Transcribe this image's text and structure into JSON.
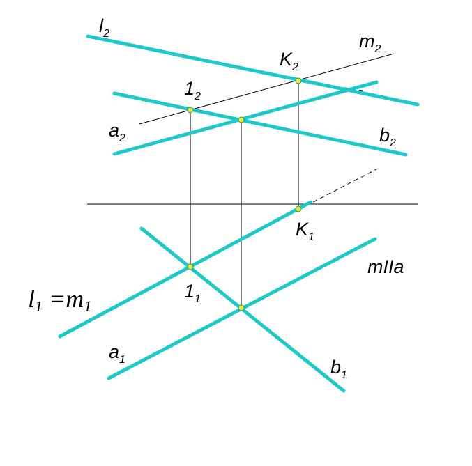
{
  "labels": {
    "l2": {
      "main": "l",
      "sub": "2"
    },
    "m2": {
      "main": "m",
      "sub": "2"
    },
    "K2": {
      "main": "K",
      "sub": "2"
    },
    "p12": {
      "main": "1",
      "sub": "2"
    },
    "a2": {
      "main": "a",
      "sub": "2"
    },
    "b2": {
      "main": "b",
      "sub": "2"
    },
    "K1": {
      "main": "K",
      "sub": "1"
    },
    "mla": {
      "main": "mIIa"
    },
    "l1m1": {
      "main": "l",
      "sub1": "1",
      "eq": " =m",
      "sub2": "1"
    },
    "p11": {
      "main": "1",
      "sub": "1"
    },
    "a1": {
      "main": "a",
      "sub": "1"
    },
    "b1": {
      "main": "b",
      "sub": "1"
    }
  },
  "colors": {
    "line_main": "#1ec8c8",
    "construction": "#000000",
    "point_fill": "#e8e840"
  }
}
